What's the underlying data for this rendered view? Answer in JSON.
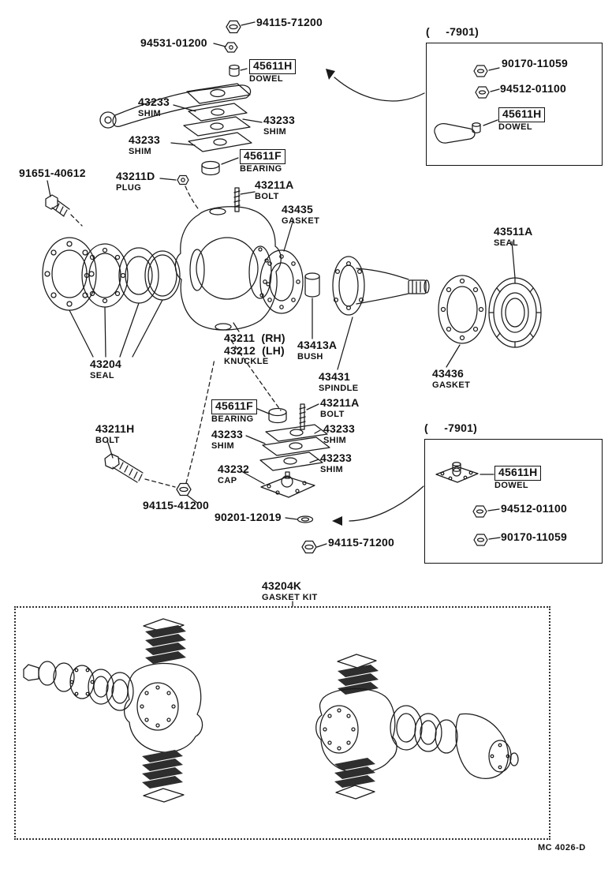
{
  "page": {
    "footer_code": "MC 4026-D"
  },
  "colors": {
    "ink": "#1a1a1a",
    "paper": "#ffffff"
  },
  "labels": [
    {
      "part": "94115-71200"
    },
    {
      "part": "94531-01200"
    },
    {
      "part": "45611H",
      "sub": "DOWEL"
    },
    {
      "part": "43233",
      "sub": "SHIM"
    },
    {
      "part": "43233",
      "sub": "SHIM"
    },
    {
      "part": "43233",
      "sub": "SHIM"
    },
    {
      "part": "45611F",
      "sub": "BEARING"
    },
    {
      "part": "43211D",
      "sub": "PLUG"
    },
    {
      "part": "43211A",
      "sub": "BOLT"
    },
    {
      "part": "91651-40612"
    },
    {
      "part": "43435",
      "sub": "GASKET"
    },
    {
      "part": "43511A",
      "sub": "SEAL"
    },
    {
      "part": "43204",
      "sub": "SEAL"
    },
    {
      "part": "43211  (RH)",
      "part2": "43212  (LH)",
      "sub": "KNUCKLE"
    },
    {
      "part": "43413A",
      "sub": "BUSH"
    },
    {
      "part": "43431",
      "sub": "SPINDLE"
    },
    {
      "part": "43436",
      "sub": "GASKET"
    },
    {
      "part": "45611F",
      "sub": "BEARING"
    },
    {
      "part": "43211A",
      "sub": "BOLT"
    },
    {
      "part": "43233",
      "sub": "SHIM"
    },
    {
      "part": "43233",
      "sub": "SHIM"
    },
    {
      "part": "43233",
      "sub": "SHIM"
    },
    {
      "part": "43211H",
      "sub": "BOLT"
    },
    {
      "part": "43232",
      "sub": "CAP"
    },
    {
      "part": "94115-41200"
    },
    {
      "part": "90201-12019"
    },
    {
      "part": "94115-71200"
    }
  ],
  "insets": [
    {
      "title": "(     -7901)",
      "items": [
        {
          "part": "90170-11059"
        },
        {
          "part": "94512-01100"
        },
        {
          "part": "45611H",
          "sub": "DOWEL"
        }
      ]
    },
    {
      "title": "(     -7901)",
      "items": [
        {
          "part": "45611H",
          "sub": "DOWEL"
        },
        {
          "part": "94512-01100"
        },
        {
          "part": "90170-11059"
        }
      ]
    }
  ],
  "gasket_kit": {
    "part": "43204K",
    "sub": "GASKET KIT"
  }
}
